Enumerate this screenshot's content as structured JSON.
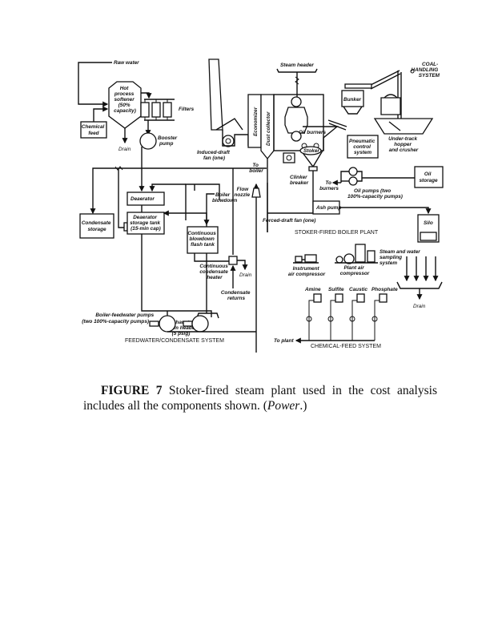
{
  "figure": {
    "labels": {
      "raw_water": "Raw water",
      "softener": [
        "Hot",
        "process",
        "softener",
        "(50%",
        "capacity)"
      ],
      "filters": "Filters",
      "chemical_feed": [
        "Chemical",
        "feed"
      ],
      "drain": "Drain",
      "booster_pump": [
        "Booster",
        "pump"
      ],
      "steam_header": "Steam header",
      "coal_handling": [
        "COAL-",
        "HANDLING",
        "SYSTEM"
      ],
      "bunker": "Bunker",
      "economizer": "Economizer",
      "dust_collector": "Dust collector",
      "oil_burners": "Oil burners",
      "stoker": "Stoker",
      "pneumatic_control": [
        "Pneumatic",
        "control",
        "system"
      ],
      "under_track_hopper": [
        "Under-track",
        "hopper",
        "and crusher"
      ],
      "induced_draft_fan": [
        "Induced-draft",
        "fan (one)"
      ],
      "to_boiler": [
        "To",
        "boiler"
      ],
      "flow_nozzle": [
        "Flow",
        "nozzle"
      ],
      "clinker_breaker": [
        "Clinker",
        "breaker"
      ],
      "to_burners": [
        "To",
        "burners"
      ],
      "oil_pumps": [
        "Oil pumps (two",
        "100%-capacity pumps)"
      ],
      "oil_storage": [
        "Oil",
        "storage"
      ],
      "deaerator": "Deaerator",
      "boiler_blowdown": [
        "Boiler",
        "blowdown"
      ],
      "deaerator_storage_tank": [
        "Deaerator",
        "storage tank",
        "(15-min cap)"
      ],
      "continuous_blowdown_flash_tank": [
        "Continuous",
        "blowdown",
        "flash tank"
      ],
      "ash_pump": "Ash pump",
      "forced_draft_fan": "Forced-draft fan (one)",
      "silo": "Silo",
      "stoker_fired_boiler_plant": "STOKER-FIRED BOILER PLANT",
      "condensate_storage": [
        "Condensate",
        "storage"
      ],
      "exhaust_steam_header": [
        "Exhaust-",
        "steam header",
        "(5 psig)"
      ],
      "continuous_condensate_heater": [
        "Continuous",
        "condensate",
        "heater"
      ],
      "condensate_returns": [
        "Condensate",
        "returns"
      ],
      "instrument_air_compressor": [
        "Instrument",
        "air compressor"
      ],
      "plant_air_compressor": [
        "Plant air",
        "compressor"
      ],
      "steam_water_sampling": [
        "Steam and water",
        "sampling",
        "system"
      ],
      "amine": "Amine",
      "sulfite": "Sulfite",
      "caustic": "Caustic",
      "phosphate": "Phosphate",
      "boiler_feedwater_pumps": [
        "Boiler-feedwater pumps",
        "(two 100%-capacity pumps)"
      ],
      "to_plant": "To plant",
      "feedwater_condensate_system": "FEEDWATER/CONDENSATE SYSTEM",
      "chemical_feed_system": "CHEMICAL-FEED SYSTEM"
    }
  },
  "caption": {
    "label": "FIGURE 7",
    "text_before_source": " Stoker-fired steam plant used in the cost analysis includes all the components shown. (",
    "source": "Power",
    "text_after_source": ".)"
  }
}
